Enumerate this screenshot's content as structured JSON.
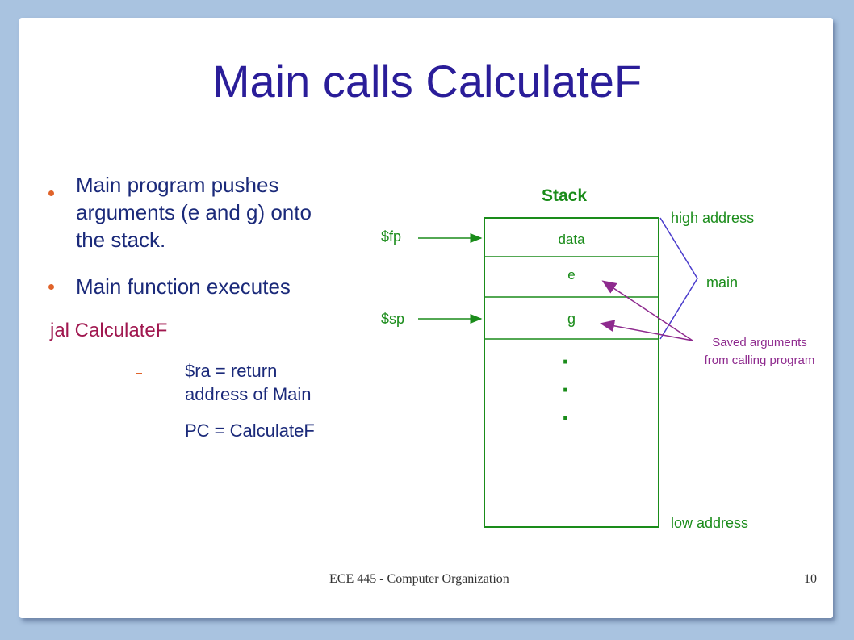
{
  "slide": {
    "title": "Main calls CalculateF",
    "bullets": [
      {
        "lines": [
          "Main program pushes",
          "arguments (e and g) onto",
          "the stack."
        ]
      },
      {
        "lines": [
          "Main function executes"
        ]
      }
    ],
    "instruction": "jal CalculateF",
    "sub_bullets": [
      {
        "lines": [
          "$ra = return",
          "address of Main"
        ]
      },
      {
        "lines": [
          "PC = CalculateF"
        ]
      }
    ],
    "footer": "ECE 445 - Computer Organization",
    "page_number": "10"
  },
  "diagram": {
    "stack_title": "Stack",
    "cells": [
      "data",
      "e",
      "g"
    ],
    "dots": "·",
    "pointers": {
      "fp": "$fp",
      "sp": "$sp"
    },
    "high_address": "high address",
    "low_address": "low address",
    "main_label": "main",
    "saved_args_lines": [
      "Saved arguments",
      "from calling program"
    ]
  },
  "colors": {
    "title": "#2a1d99",
    "body_text": "#1b2a7a",
    "instruction": "#a0174f",
    "diagram_green": "#1a8c1a",
    "annotation_purple": "#8e2a8e",
    "bullet": "#e0632a",
    "frame": "#a9c3e0"
  }
}
